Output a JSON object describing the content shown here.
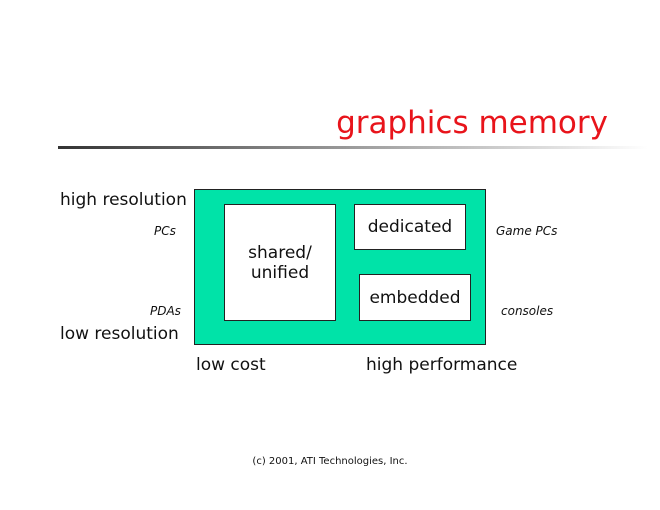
{
  "title": "graphics memory",
  "diagram": {
    "boxes": {
      "shared": "shared/ unified",
      "dedicated": "dedicated",
      "embedded": "embedded"
    },
    "y_axis": {
      "high": "high resolution",
      "low": "low resolution"
    },
    "x_axis": {
      "low": "low cost",
      "high": "high performance"
    },
    "annotations": {
      "pcs": "PCs",
      "pdas": "PDAs",
      "game_pcs": "Game PCs",
      "consoles": "consoles"
    }
  },
  "footer": "(c) 2001, ATI Technologies, Inc."
}
